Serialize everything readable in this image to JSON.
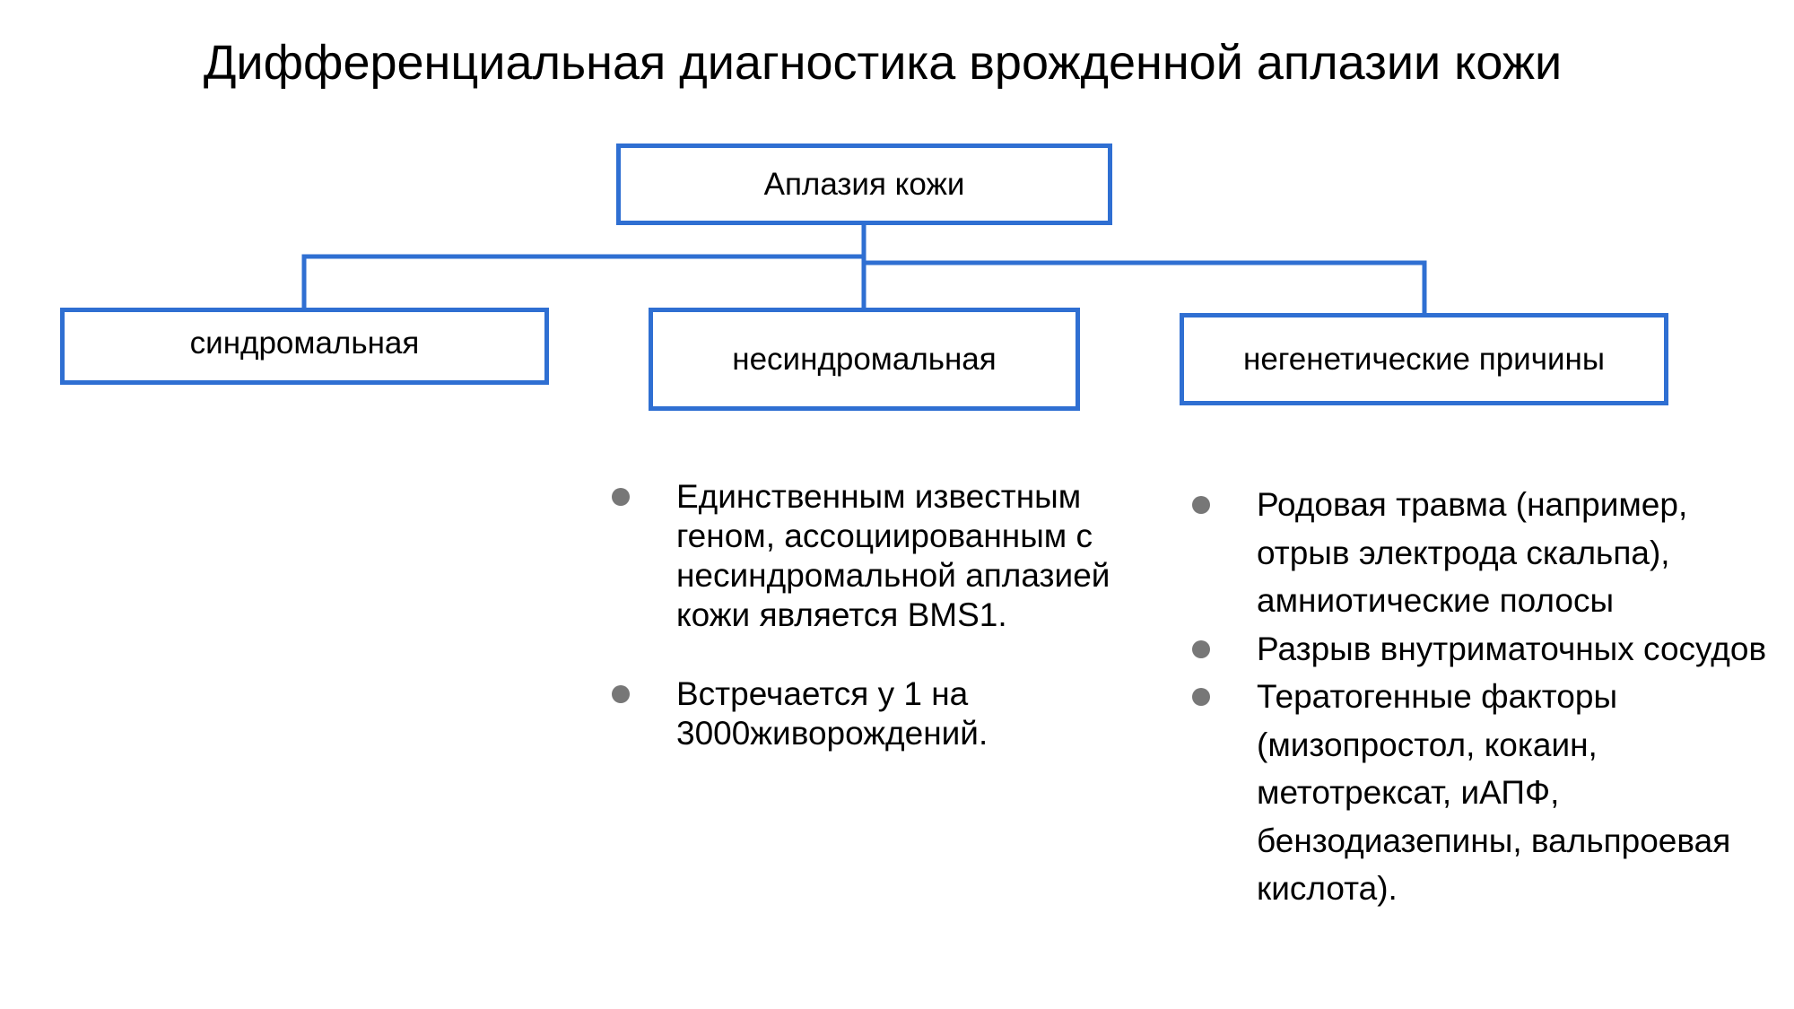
{
  "title": "Дифференциальная диагностика врожденной аплазии кожи",
  "accent_color": "#2f6fd2",
  "bullet_color": "#777777",
  "root": {
    "label": "Аплазия кожи"
  },
  "categories": [
    {
      "label": "синдромальная"
    },
    {
      "label": "несиндромальная"
    },
    {
      "label": "негенетические причины"
    }
  ],
  "nonsyndromic_bullets": [
    "Единственным известным геном, ассоциированным с несиндромальной аплазией кожи является BMS1.",
    "Встречается у 1 на 3000живорождений."
  ],
  "nongenetic_bullets": [
    "Родовая травма (например, отрыв электрода скальпа), амниотические полосы",
    "Разрыв внутриматочных сосудов",
    "Тератогенные факторы (мизопростол, кокаин, метотрексат, иАПФ, бензодиазепины, вальпроевая кислота)."
  ]
}
